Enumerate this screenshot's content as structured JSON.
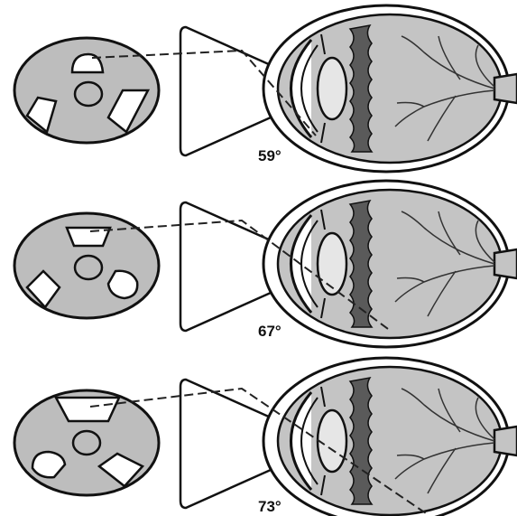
{
  "panels": [
    {
      "angle_label": "59°"
    },
    {
      "angle_label": "67°"
    },
    {
      "angle_label": "73°"
    }
  ],
  "colors": {
    "disc_fill": "#bdbdbd",
    "eye_fill": "#c4c4c4",
    "lens_fill": "#e6e6e6",
    "iris_dark": "#5a5a5a",
    "outline": "#111111",
    "window_fill": "#ffffff"
  }
}
